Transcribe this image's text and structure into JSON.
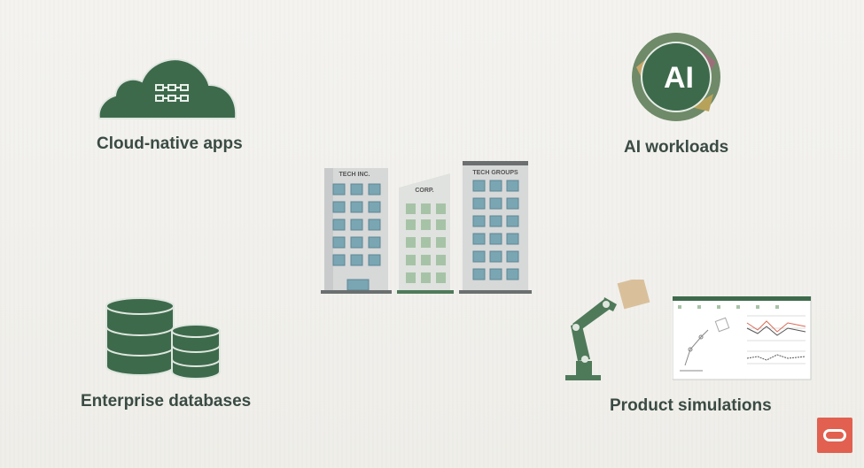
{
  "items": {
    "cloud": {
      "label": "Cloud-native apps",
      "icon": "cloud-grid-icon"
    },
    "ai": {
      "label": "AI workloads",
      "badge": "AI",
      "icon": "ai-circle-icon"
    },
    "db": {
      "label": "Enterprise databases",
      "icon": "database-stack-icon"
    },
    "sim": {
      "label": "Product simulations",
      "icon": "robot-arm-dashboard-icon"
    }
  },
  "buildings": [
    {
      "sign": "TECH INC."
    },
    {
      "sign": "CORP."
    },
    {
      "sign": "TECH GROUPS"
    }
  ],
  "colors": {
    "green_dark": "#3e6a4c",
    "label": "#3a4b44",
    "brand": "#e2604f"
  }
}
